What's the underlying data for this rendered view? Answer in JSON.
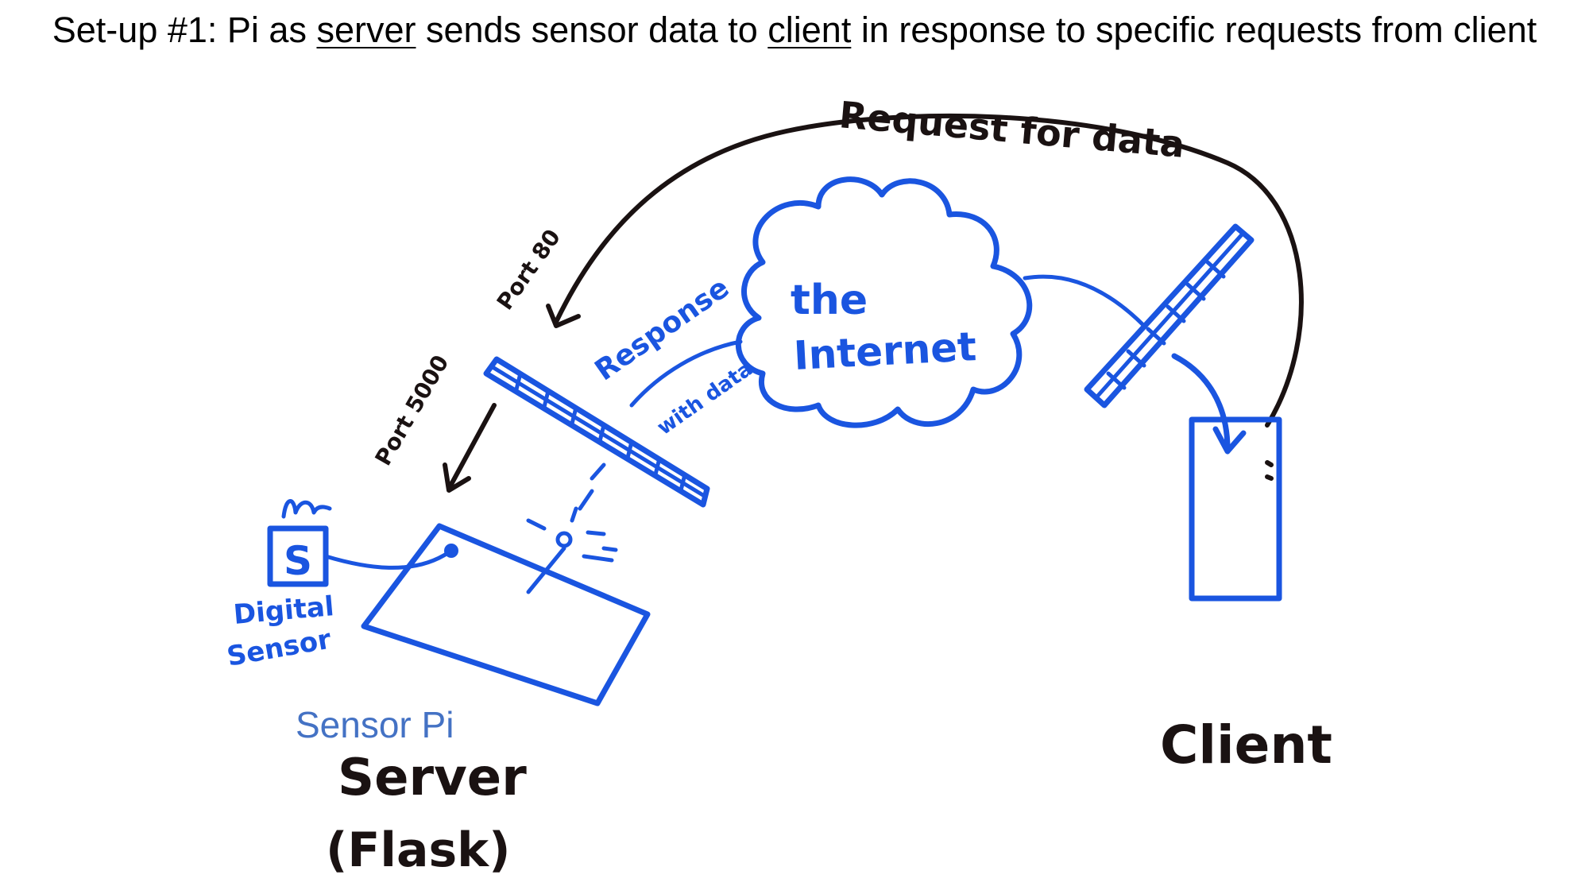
{
  "title": {
    "prefix": "Set-up #1: Pi as ",
    "server_word": "server",
    "middle": " sends sensor data to ",
    "client_word": "client",
    "suffix": " in response to specific requests from client"
  },
  "labels": {
    "request": "Request for data",
    "port80": "Port 80",
    "port5000": "Port 5000",
    "response": "Response",
    "with_data": "with data",
    "internet_line1": "the",
    "internet_line2": "Internet",
    "sensor_letter": "S",
    "digital": "Digital",
    "sensor": "Sensor",
    "sensor_pi": "Sensor Pi",
    "server": "Server",
    "flask": "(Flask)",
    "client": "Client"
  },
  "colors": {
    "marker_blue": "#1a55e0",
    "marker_black": "#1a1212",
    "typed_blue": "#4472c4"
  }
}
